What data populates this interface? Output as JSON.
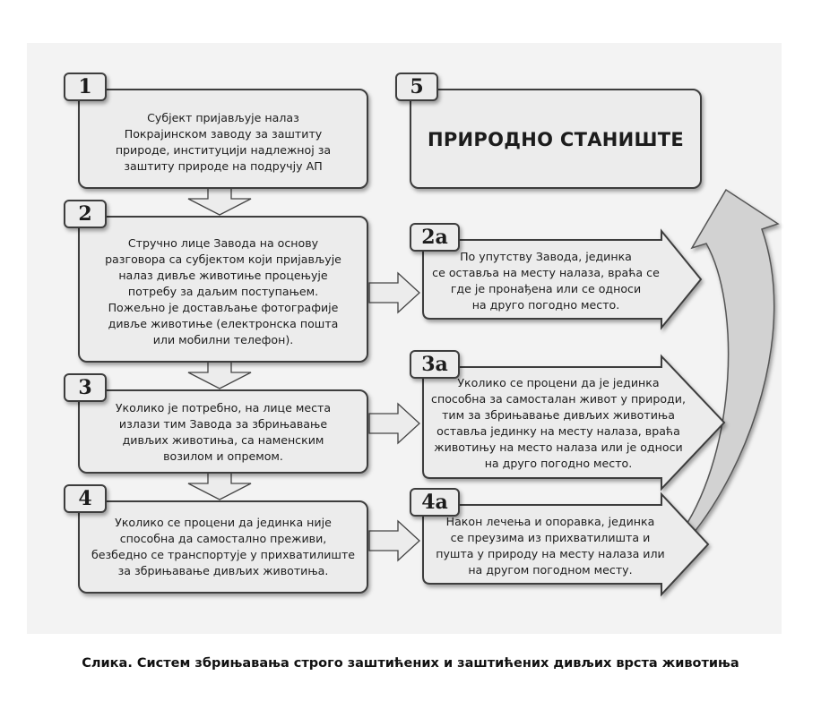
{
  "steps": [
    {
      "number": "1",
      "text": "Субјект пријављује налаз\nПокрајинском заводу за заштиту\nприроде, институцији надлежној за\nзаштиту природе на подручју АП"
    },
    {
      "number": "2",
      "text": "Стручно лице Завода на основу\nразговора са субјектом који пријављује\nналаз дивље животиње процењује\nпотребу за даљим поступањем.\nПожељно је достављање фотографије\nдивље животиње (електронска пошта\nили мобилни телефон)."
    },
    {
      "number": "3",
      "text": "Уколико је потребно, на лице места\nизлази тим Завода за збрињавање\nдивљих животиња, са наменским\nвозилом и опремом."
    },
    {
      "number": "4",
      "text": "Уколико се процени да јединка није\nспособна да самостално преживи,\nбезбедно се транспортује у прихватилиште\nза збрињавање дивљих животиња."
    }
  ],
  "outcomes": [
    {
      "number": "2а",
      "text": "По упутству Завода, јединка\nсе оставља на месту налаза, враћа се\nгде је пронађена или се односи\nна друго погодно место."
    },
    {
      "number": "3а",
      "text": "Уколико се процени да је јединка\nспособна за самосталан живот у природи,\nтим за збрињавање дивљих животиња\nоставља јединку на месту налаза, враћа\nживотињу на место налаза или је односи\nна друго погодно место."
    },
    {
      "number": "4а",
      "text": "Након лечења и опоравка, јединка\nсе преузима из прихватилишта и\nпушта у природу на месту налаза или\nна другом  погодном месту."
    }
  ],
  "habitat": {
    "number": "5",
    "text": "ПРИРОДНО СТАНИШТЕ"
  },
  "caption": "Слика.  Систем збрињавања строго заштићених и заштићених дивљих врста животиња",
  "colors": {
    "box_fill": "#ececec",
    "box_stroke": "#3c3c3c",
    "panel_bg": "#f3f3f3",
    "curve_arrow": "#d2d2d2"
  }
}
